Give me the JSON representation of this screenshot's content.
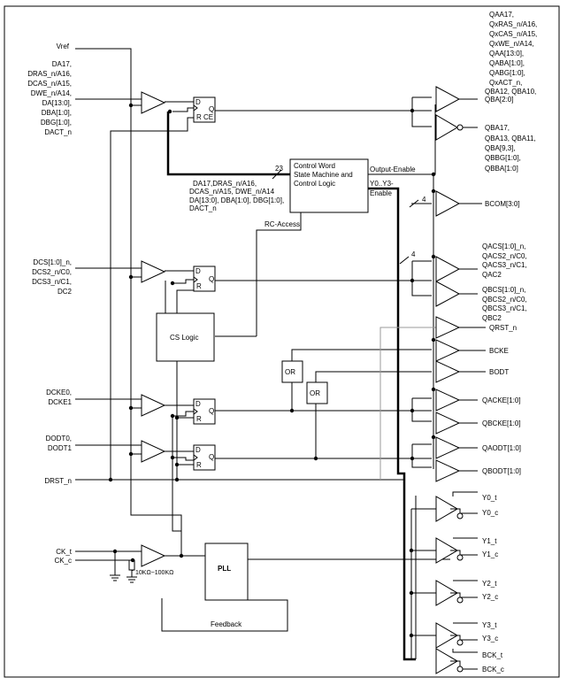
{
  "left_inputs": {
    "vref": "Vref",
    "addr_group": [
      "DA17,",
      "DRAS_n/A16,",
      "DCAS_n/A15,",
      "DWE_n/A14,",
      "DA[13:0],",
      "DBA[1:0],",
      "DBG[1:0],",
      "DACT_n"
    ],
    "cs_group": [
      "DCS[1:0]_n,",
      "DCS2_n/C0,",
      "DCS3_n/C1,",
      "DC2"
    ],
    "cke_group": [
      "DCKE0,",
      "DCKE1"
    ],
    "odt_group": [
      "DODT0,",
      "DODT1"
    ],
    "drst": "DRST_n",
    "ck_group": [
      "CK_t",
      "CK_c"
    ],
    "resistor": "10KΩ~100KΩ"
  },
  "flipflop": {
    "d": "D",
    "q": "Q",
    "r": "R",
    "ce": "CE"
  },
  "control_block": {
    "title_lines": [
      "Control Word",
      "State Machine and",
      "Control Logic"
    ],
    "bus_width_in": "23",
    "in_labels": [
      "DA17,DRAS_n/A16,",
      "DCAS_n/A15, DWE_n/A14",
      "DA[13:0], DBA[1:0], DBG[1:0],",
      "DACT_n"
    ],
    "output_enable": "Output-Enable",
    "y_enable": [
      "Y0..Y3-",
      "Enable"
    ],
    "rc_access": "RC-Access",
    "bus_width_a": "4",
    "bus_width_b": "4"
  },
  "cs_logic": "CS Logic",
  "or_gate": "OR",
  "pll": "PLL",
  "feedback": "Feedback",
  "right_outputs": {
    "qa_group": [
      "QAA17,",
      "QxRAS_n/A16,",
      "QxCAS_n/A15,",
      "QxWE_n/A14,",
      "QAA[13:0],",
      "QABA[1:0],",
      "QABG[1:0],",
      "QxACT_n,",
      "QBA12, QBA10,",
      "QBA[2:0]"
    ],
    "qb_group": [
      "QBA17,",
      "QBA13, QBA11,",
      "QBA[9,3],",
      "QBBG[1:0],",
      "QBBA[1:0]"
    ],
    "bcom": "BCOM[3:0]",
    "qacs_group": [
      "QACS[1:0]_n,",
      "QACS2_n/C0,",
      "QACS3_n/C1,",
      "QAC2"
    ],
    "qbcs_group": [
      "QBCS[1:0]_n,",
      "QBCS2_n/C0,",
      "QBCS3_n/C1,",
      "QBC2"
    ],
    "qrst": "QRST_n",
    "bcke": "BCKE",
    "bodt": "BODT",
    "qacke": "QACKE[1:0]",
    "qbcke": "QBCKE[1:0]",
    "qaodt": "QAODT[1:0]",
    "qbodt": "QBODT[1:0]",
    "clocks": [
      [
        "Y0_t",
        "Y0_c"
      ],
      [
        "Y1_t",
        "Y1_c"
      ],
      [
        "Y2_t",
        "Y2_c"
      ],
      [
        "Y3_t",
        "Y3_c"
      ],
      [
        "BCK_t",
        "BCK_c"
      ]
    ]
  }
}
